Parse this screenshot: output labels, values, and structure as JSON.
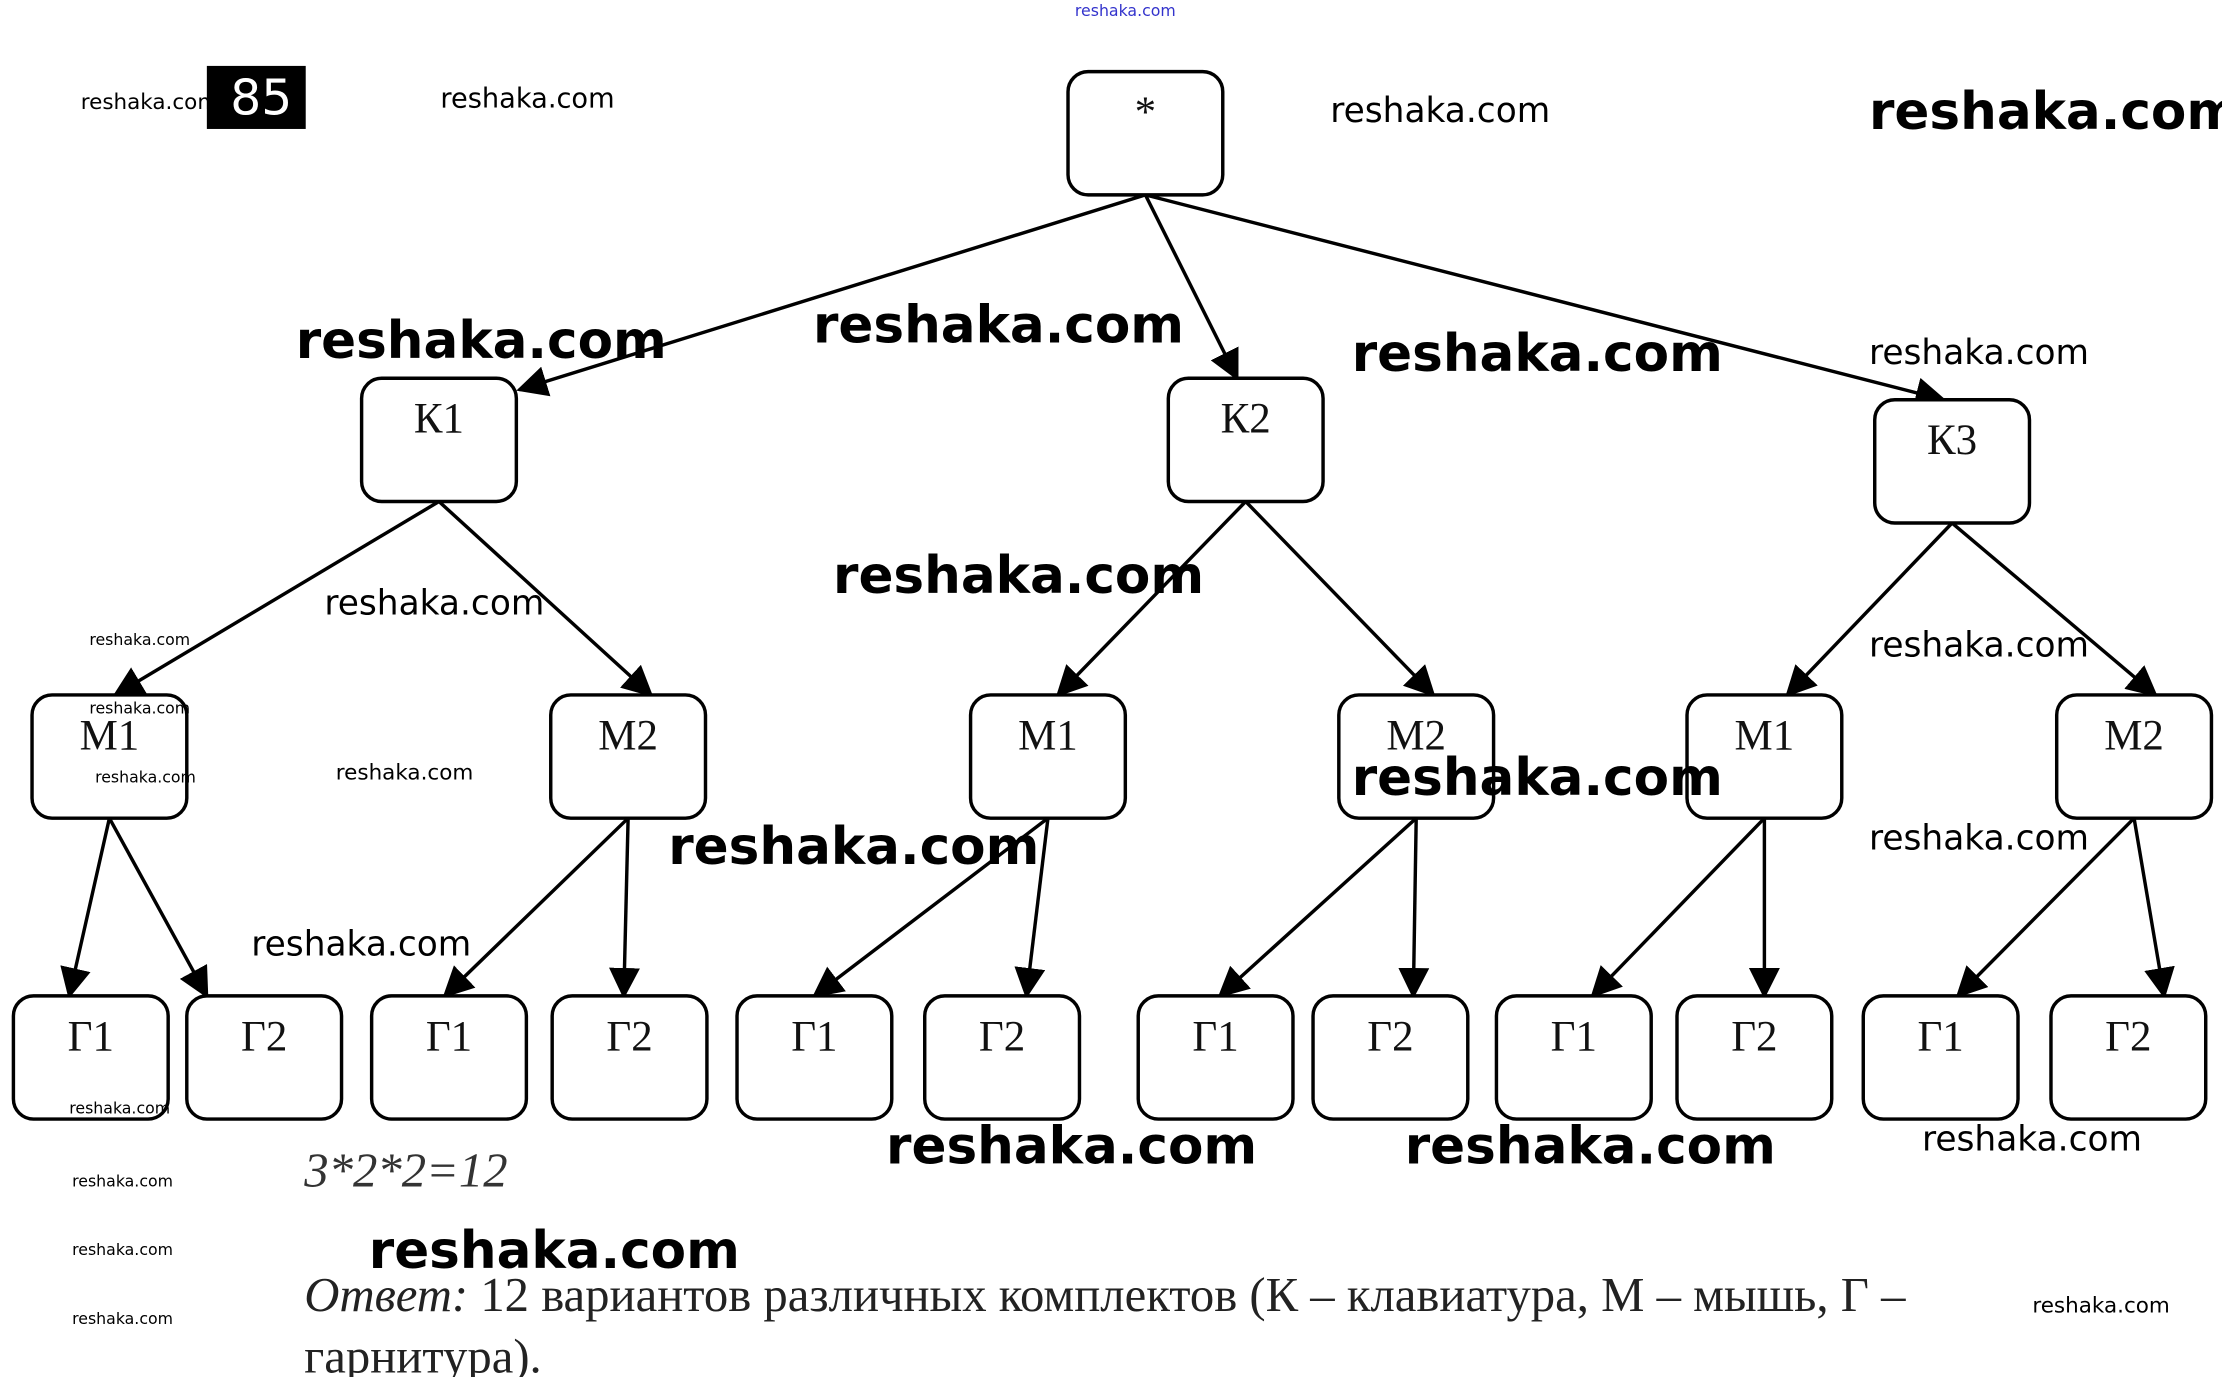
{
  "page": {
    "number": "85",
    "top_link": "reshaka.com"
  },
  "tree": {
    "root": "*",
    "level1": [
      "К1",
      "К2",
      "К3"
    ],
    "level2": [
      "М1",
      "М2",
      "М1",
      "М2",
      "М1",
      "М2"
    ],
    "level3": [
      "Г1",
      "Г2",
      "Г1",
      "Г2",
      "Г1",
      "Г2",
      "Г1",
      "Г2",
      "Г1",
      "Г2",
      "Г1",
      "Г2"
    ]
  },
  "formula": "3*2*2=12",
  "answer": {
    "label": "Ответ:",
    "line1": " 12 вариантов различных комплектов (К – клавиатура, М – мышь, Г –",
    "line2": "гарнитура)."
  },
  "watermark": "reshaka.com",
  "colors": {
    "top_link": "#3333cc",
    "ink": "#000000"
  }
}
